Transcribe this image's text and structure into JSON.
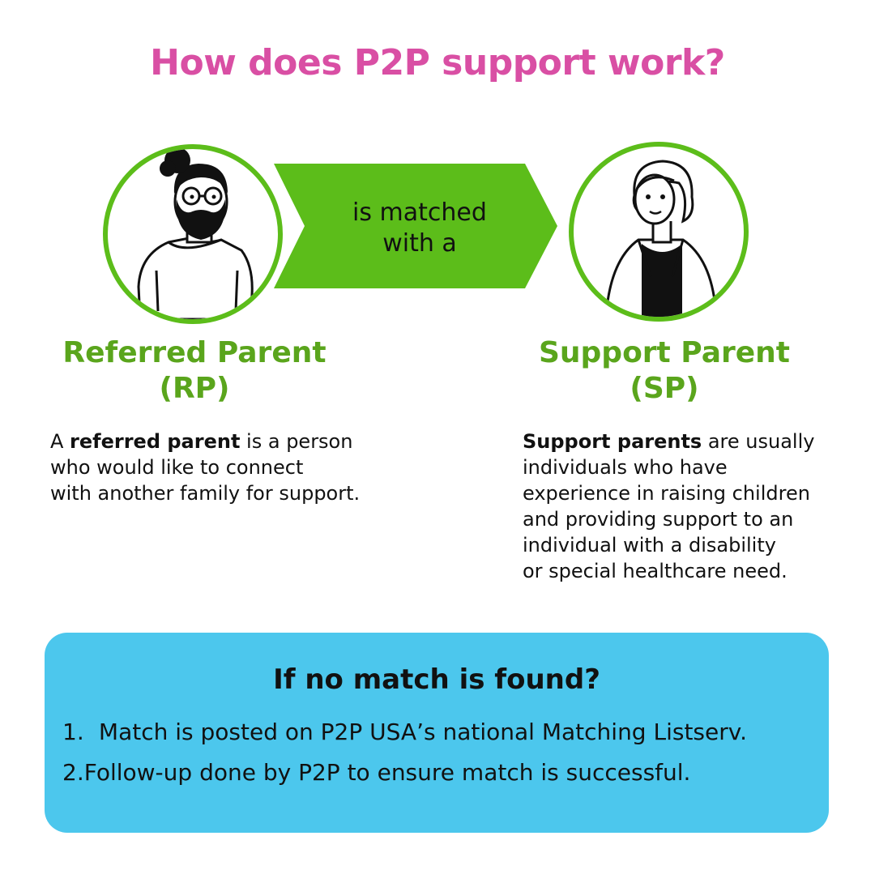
{
  "title": "How does P2P support work?",
  "arrow": {
    "line1": "is matched",
    "line2": "with a"
  },
  "referred": {
    "title_line1": "Referred Parent",
    "title_line2": "(RP)",
    "desc_prefix": "A ",
    "desc_bold": "referred parent",
    "desc_rest_line1": " is a person",
    "desc_line2": "who would like to connect",
    "desc_line3": "with another family for support."
  },
  "support": {
    "title_line1": "Support Parent",
    "title_line2": "(SP)",
    "desc_bold": "Support parents",
    "desc_rest_line1": " are usually",
    "desc_line2": "individuals who have",
    "desc_line3": "experience in raising children",
    "desc_line4": "and providing support to an",
    "desc_line5": "individual with a disability",
    "desc_line6": "or special healthcare need."
  },
  "no_match": {
    "title": "If no match is found?",
    "steps": [
      {
        "num": "1.",
        "text": "Match is posted on P2P USA’s national Matching Listserv."
      },
      {
        "num": "2.",
        "text": "Follow-up done by P2P to ensure match is successful."
      }
    ]
  },
  "colors": {
    "title": "#d94fa4",
    "green": "#5cbd1a",
    "label_green": "#5aa51c",
    "panel_blue": "#4cc7ed"
  }
}
